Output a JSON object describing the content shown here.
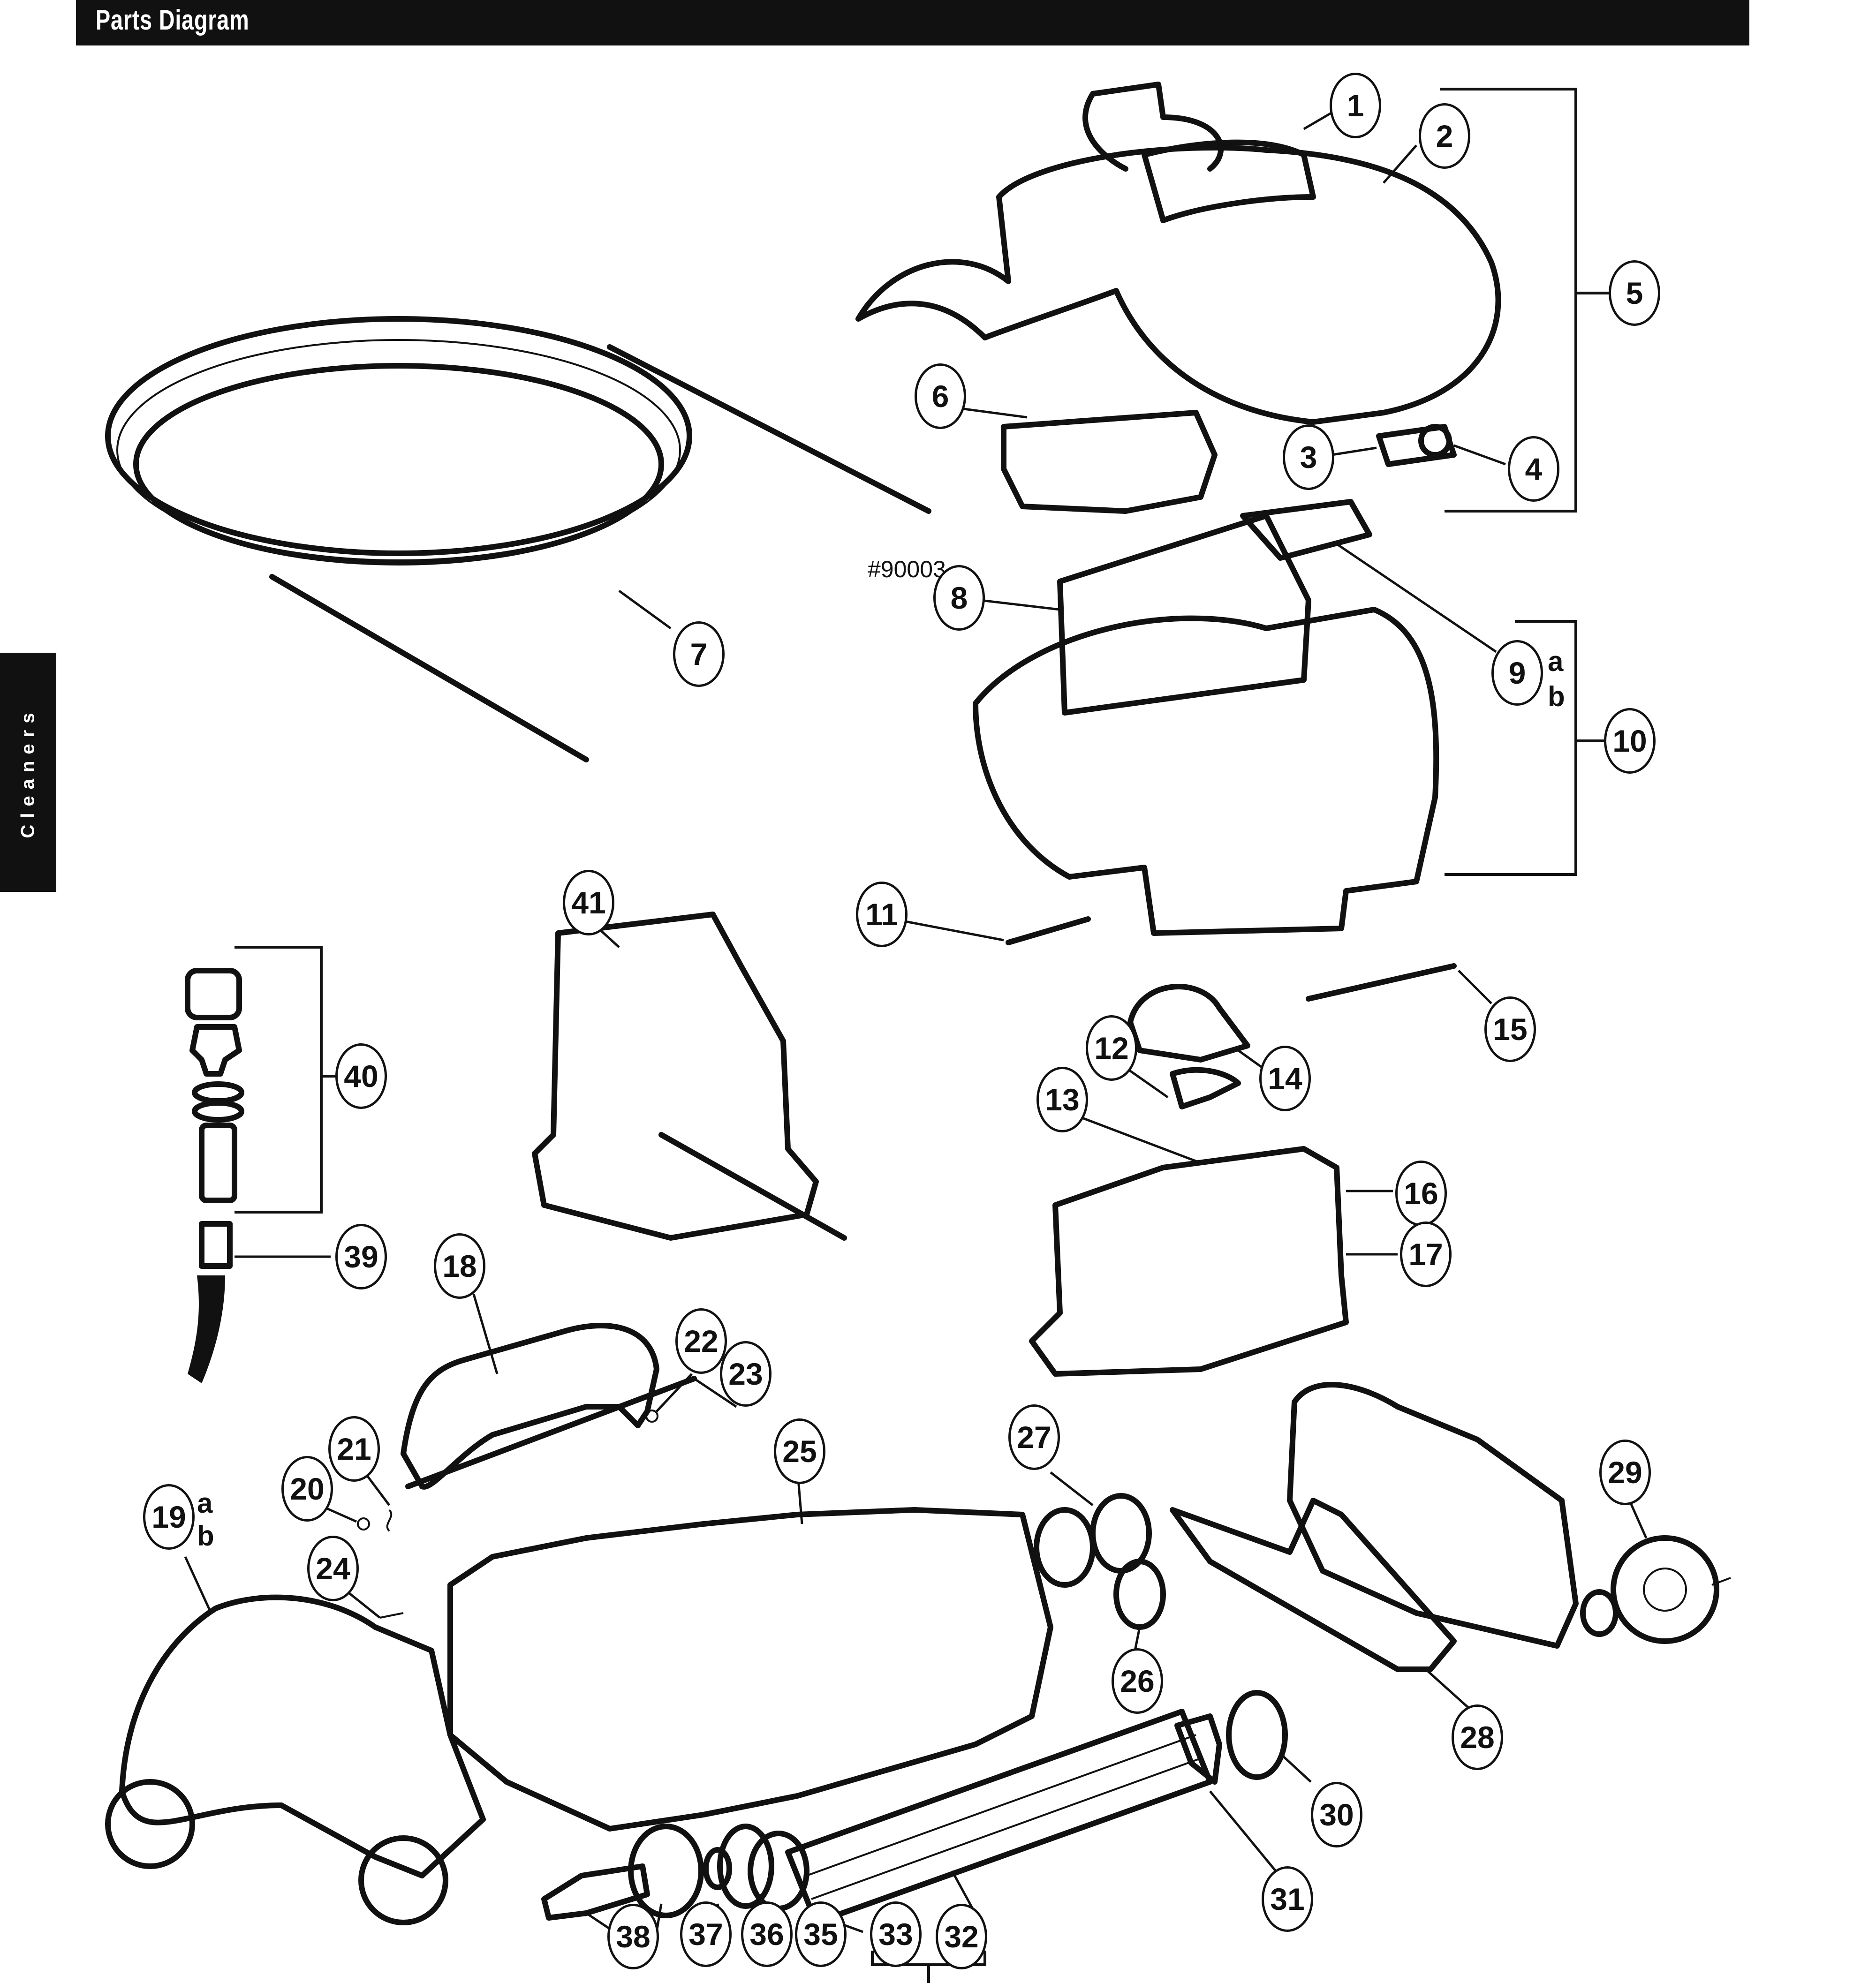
{
  "header": {
    "title": "Parts Diagram"
  },
  "side_tab": {
    "label": "Cleaners"
  },
  "part_number_label": "#90003",
  "callouts": [
    {
      "id": "1",
      "label": "1"
    },
    {
      "id": "2",
      "label": "2"
    },
    {
      "id": "3",
      "label": "3"
    },
    {
      "id": "4",
      "label": "4"
    },
    {
      "id": "5",
      "label": "5"
    },
    {
      "id": "6",
      "label": "6"
    },
    {
      "id": "7",
      "label": "7"
    },
    {
      "id": "8",
      "label": "8"
    },
    {
      "id": "9",
      "label": "9",
      "suffix": [
        "a",
        "b"
      ]
    },
    {
      "id": "10",
      "label": "10"
    },
    {
      "id": "11",
      "label": "11"
    },
    {
      "id": "12",
      "label": "12"
    },
    {
      "id": "13",
      "label": "13"
    },
    {
      "id": "14",
      "label": "14"
    },
    {
      "id": "15",
      "label": "15"
    },
    {
      "id": "16",
      "label": "16"
    },
    {
      "id": "17",
      "label": "17"
    },
    {
      "id": "18",
      "label": "18"
    },
    {
      "id": "19",
      "label": "19",
      "suffix": [
        "a",
        "b"
      ]
    },
    {
      "id": "20",
      "label": "20"
    },
    {
      "id": "21",
      "label": "21"
    },
    {
      "id": "22",
      "label": "22"
    },
    {
      "id": "23",
      "label": "23"
    },
    {
      "id": "24",
      "label": "24"
    },
    {
      "id": "25",
      "label": "25"
    },
    {
      "id": "26",
      "label": "26"
    },
    {
      "id": "27",
      "label": "27"
    },
    {
      "id": "28",
      "label": "28"
    },
    {
      "id": "29",
      "label": "29"
    },
    {
      "id": "30",
      "label": "30"
    },
    {
      "id": "31",
      "label": "31"
    },
    {
      "id": "32",
      "label": "32"
    },
    {
      "id": "33",
      "label": "33"
    },
    {
      "id": "35",
      "label": "35"
    },
    {
      "id": "36",
      "label": "36"
    },
    {
      "id": "37",
      "label": "37"
    },
    {
      "id": "38",
      "label": "38"
    },
    {
      "id": "39",
      "label": "39"
    },
    {
      "id": "40",
      "label": "40"
    },
    {
      "id": "41",
      "label": "41"
    }
  ],
  "colors": {
    "ink": "#111111",
    "paper": "#ffffff"
  }
}
